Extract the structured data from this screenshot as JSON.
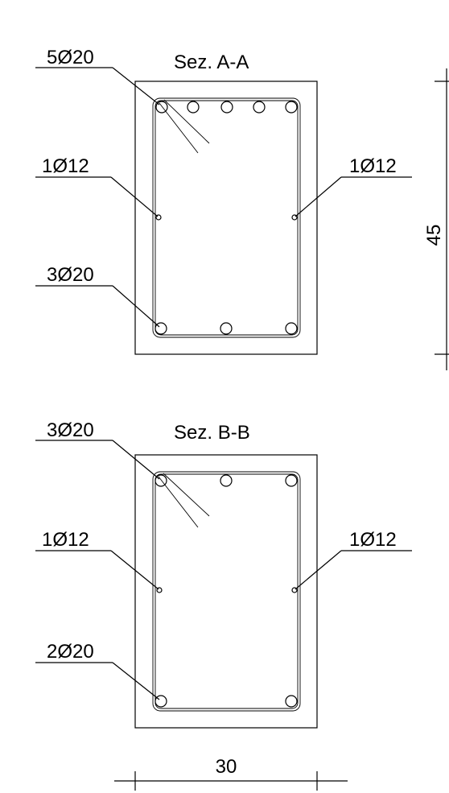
{
  "sections": [
    {
      "title": "Sez. A-A",
      "labels": {
        "top": "5Ø20",
        "left_middle": "1Ø12",
        "right_middle": "1Ø12",
        "bottom": "3Ø20"
      }
    },
    {
      "title": "Sez. B-B",
      "labels": {
        "top": "3Ø20",
        "left_middle": "1Ø12",
        "right_middle": "1Ø12",
        "bottom": "2Ø20"
      }
    }
  ],
  "dimensions": {
    "height": "45",
    "width": "30"
  }
}
